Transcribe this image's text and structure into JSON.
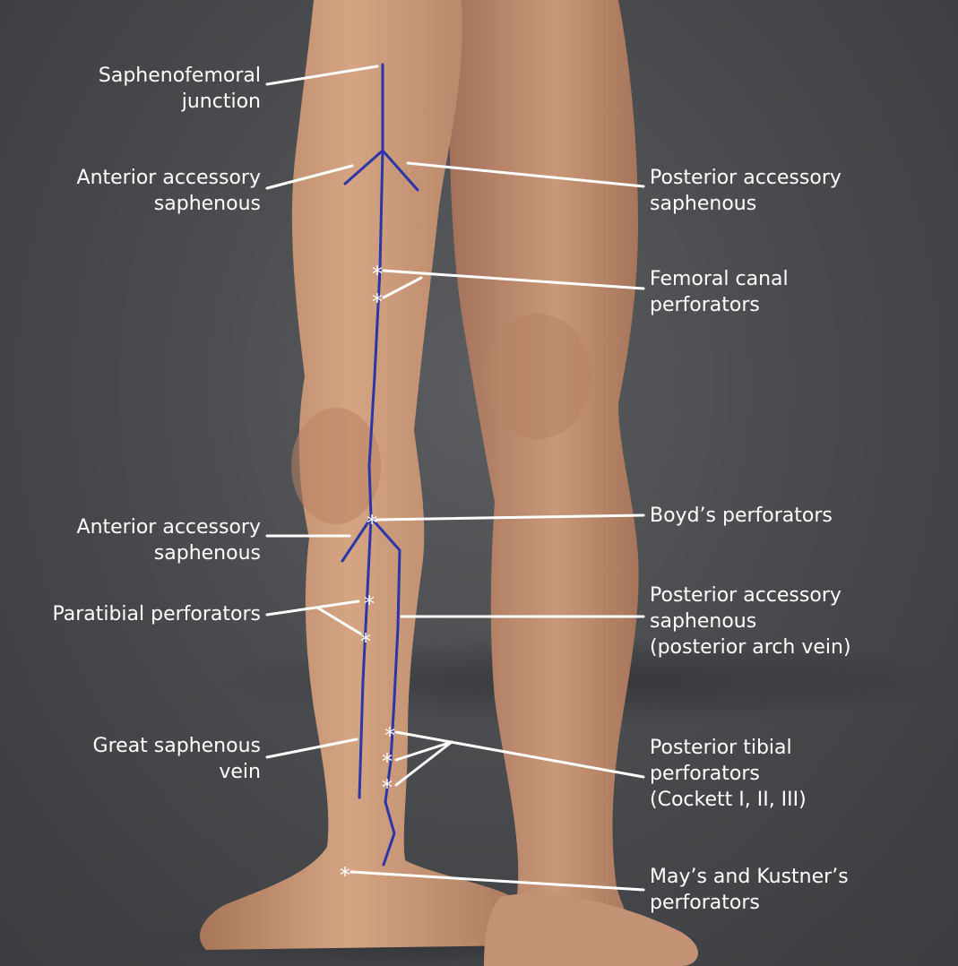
{
  "diagram": {
    "background_color": "#46484b",
    "skin_color": "#c99a78",
    "vein_color": "#2b36a8",
    "leader_color": "#ffffff",
    "perforator_marker": "*"
  },
  "labels": {
    "saphenofemoral": [
      "Saphenofemoral",
      "junction"
    ],
    "anterior_accessory_thigh": [
      "Anterior accessory",
      "saphenous"
    ],
    "posterior_accessory_thigh": [
      "Posterior accessory",
      "saphenous"
    ],
    "femoral_canal": [
      "Femoral canal",
      "perforators"
    ],
    "boyds": [
      "Boyd’s perforators"
    ],
    "anterior_accessory_leg": [
      "Anterior accessory",
      "saphenous"
    ],
    "paratibial": [
      "Paratibial perforators"
    ],
    "posterior_accessory_leg": [
      "Posterior accessory",
      "saphenous",
      "(posterior arch vein)"
    ],
    "great_saphenous": [
      "Great saphenous",
      "vein"
    ],
    "posterior_tibial": [
      "Posterior tibial",
      "perforators",
      "(Cockett I, II, III)"
    ],
    "mays_kustners": [
      "May’s and Kustner’s",
      "perforators"
    ]
  }
}
